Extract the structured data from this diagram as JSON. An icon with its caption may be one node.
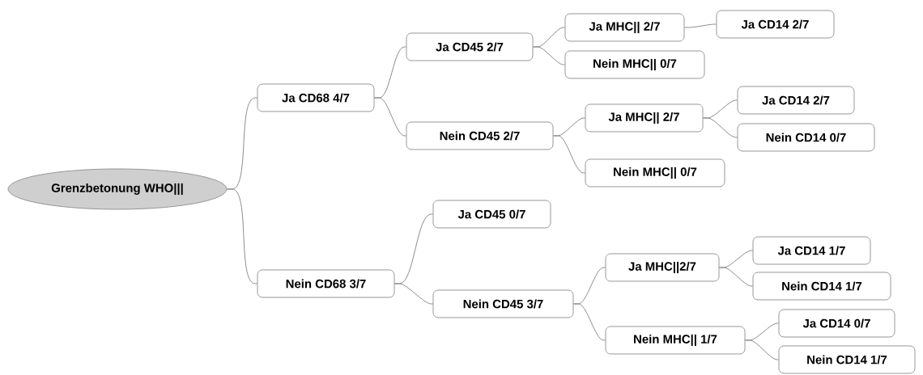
{
  "diagram": {
    "nodes": [
      {
        "text": [
          "Grenzbetonung WHO|||"
        ]
      },
      {
        "text": [
          "Ja CD68 4/7"
        ]
      },
      {
        "text": [
          "Ja CD45 2/7"
        ]
      },
      {
        "text": [
          "Ja MHC|| 2/7"
        ]
      },
      {
        "text": [
          "Ja CD14 2/7"
        ]
      },
      {
        "text": [
          "Nein MHC|| 0/7"
        ]
      },
      {
        "text": [
          "Nein CD45 2/7"
        ]
      },
      {
        "text": [
          "Ja MHC|| 2/7"
        ]
      },
      {
        "text": [
          "Ja CD14 2/7"
        ]
      },
      {
        "text": [
          "Nein CD14 0/7"
        ]
      },
      {
        "text": [
          "Nein MHC|| 0/7"
        ]
      },
      {
        "text": [
          "Nein CD68 3/7"
        ]
      },
      {
        "text": [
          "Ja CD45 0/7"
        ]
      },
      {
        "text": [
          "Nein CD45 3/7"
        ]
      },
      {
        "text": [
          "Ja MHC||2/7"
        ]
      },
      {
        "text": [
          "Ja CD14 1/7"
        ]
      },
      {
        "text": [
          "Nein CD14 1/7"
        ]
      },
      {
        "text": [
          "Nein MHC|| 1/7"
        ]
      },
      {
        "text": [
          "Ja CD14 0/7"
        ]
      },
      {
        "text": [
          "Nein CD14 1/7"
        ]
      }
    ],
    "edges": [
      {
        "from": 0,
        "to": 1,
        "arrow": "none"
      },
      {
        "from": 1,
        "to": 2,
        "arrow": "none"
      },
      {
        "from": 2,
        "to": 3,
        "arrow": "none"
      },
      {
        "from": 3,
        "to": 4,
        "arrow": "none"
      },
      {
        "from": 2,
        "to": 5,
        "arrow": "none"
      },
      {
        "from": 1,
        "to": 6,
        "arrow": "none"
      },
      {
        "from": 6,
        "to": 7,
        "arrow": "none"
      },
      {
        "from": 7,
        "to": 8,
        "arrow": "none"
      },
      {
        "from": 7,
        "to": 9,
        "arrow": "none"
      },
      {
        "from": 6,
        "to": 10,
        "arrow": "none"
      },
      {
        "from": 0,
        "to": 11,
        "arrow": "none"
      },
      {
        "from": 11,
        "to": 12,
        "arrow": "none"
      },
      {
        "from": 11,
        "to": 13,
        "arrow": "none"
      },
      {
        "from": 13,
        "to": 14,
        "arrow": "none"
      },
      {
        "from": 14,
        "to": 15,
        "arrow": "none"
      },
      {
        "from": 14,
        "to": 16,
        "arrow": "none"
      },
      {
        "from": 13,
        "to": 17,
        "arrow": "none"
      },
      {
        "from": 17,
        "to": 18,
        "arrow": "none"
      },
      {
        "from": 17,
        "to": 19,
        "arrow": "none"
      }
    ]
  }
}
